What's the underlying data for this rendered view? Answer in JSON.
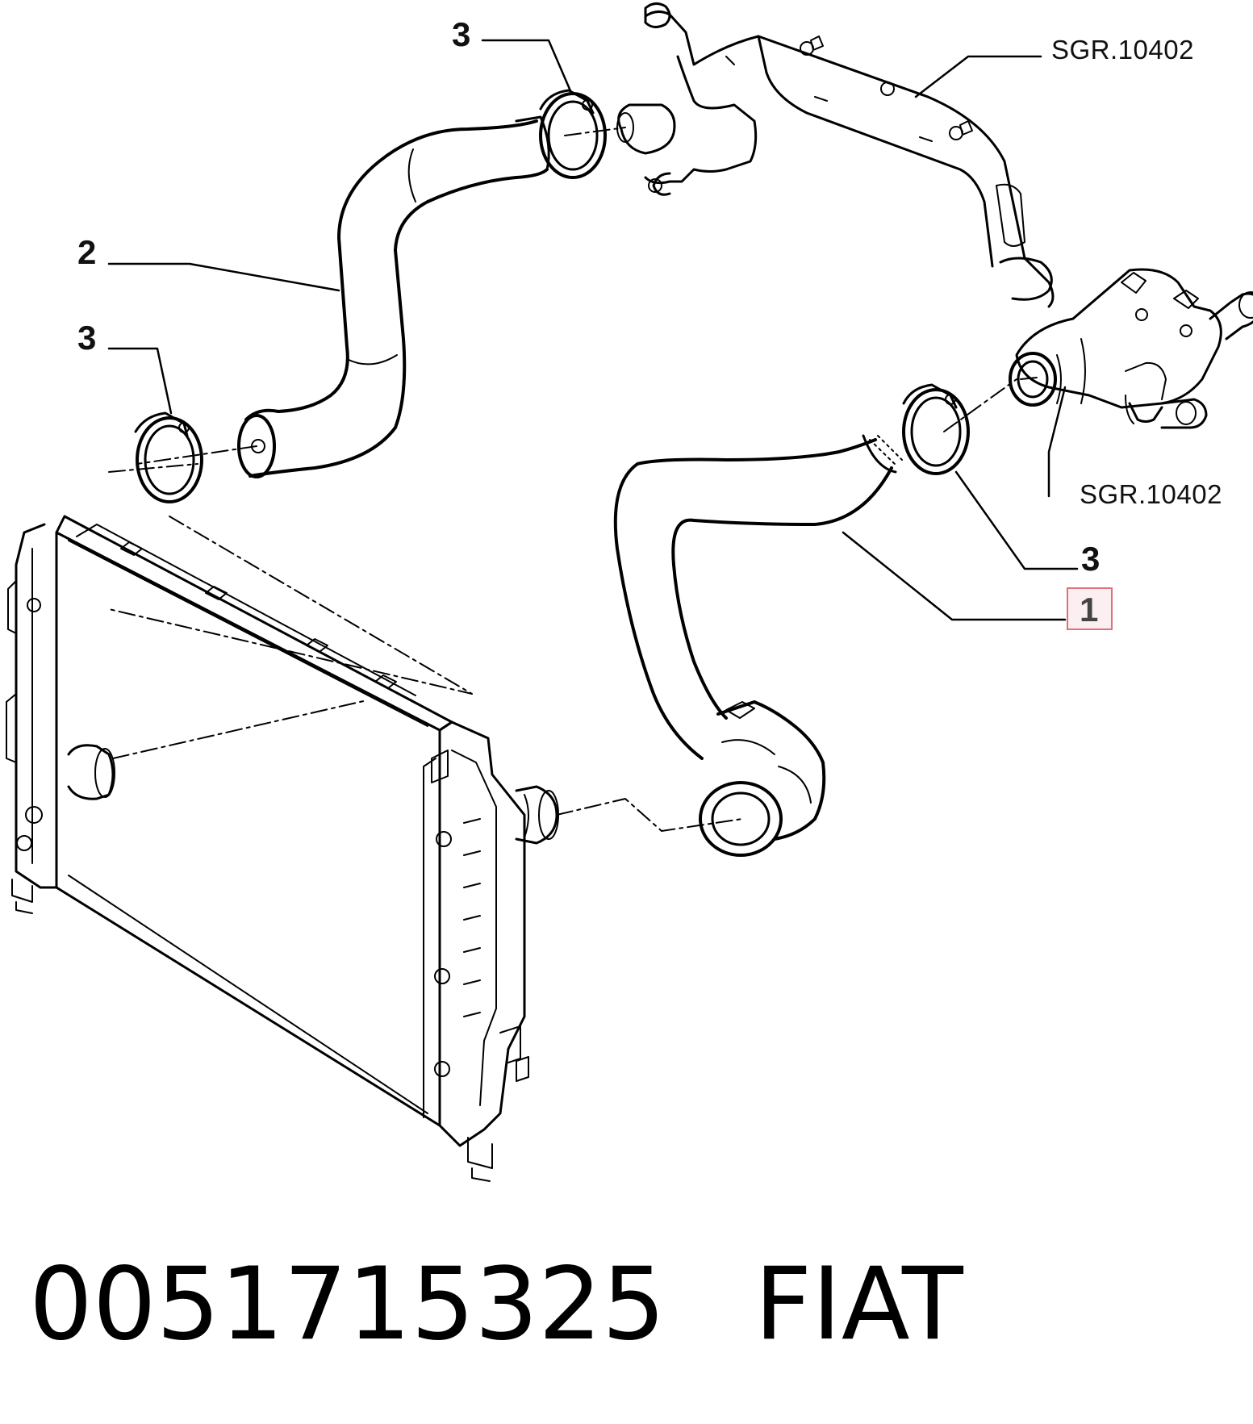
{
  "callouts": {
    "c3_top": "3",
    "c2": "2",
    "c3_left": "3",
    "c3_right": "3",
    "c1": "1"
  },
  "references": {
    "sgr_top": "SGR.10402",
    "sgr_right": "SGR.10402"
  },
  "highlight": {
    "color": "#e0707a",
    "item": "1"
  },
  "footer": {
    "part_number": "0051715325",
    "brand": "FIAT"
  },
  "icons": [
    "radiator-icon",
    "upper-hose-icon",
    "lower-hose-icon",
    "hose-clamp-icon",
    "thermostat-housing-icon",
    "water-pipe-icon"
  ]
}
